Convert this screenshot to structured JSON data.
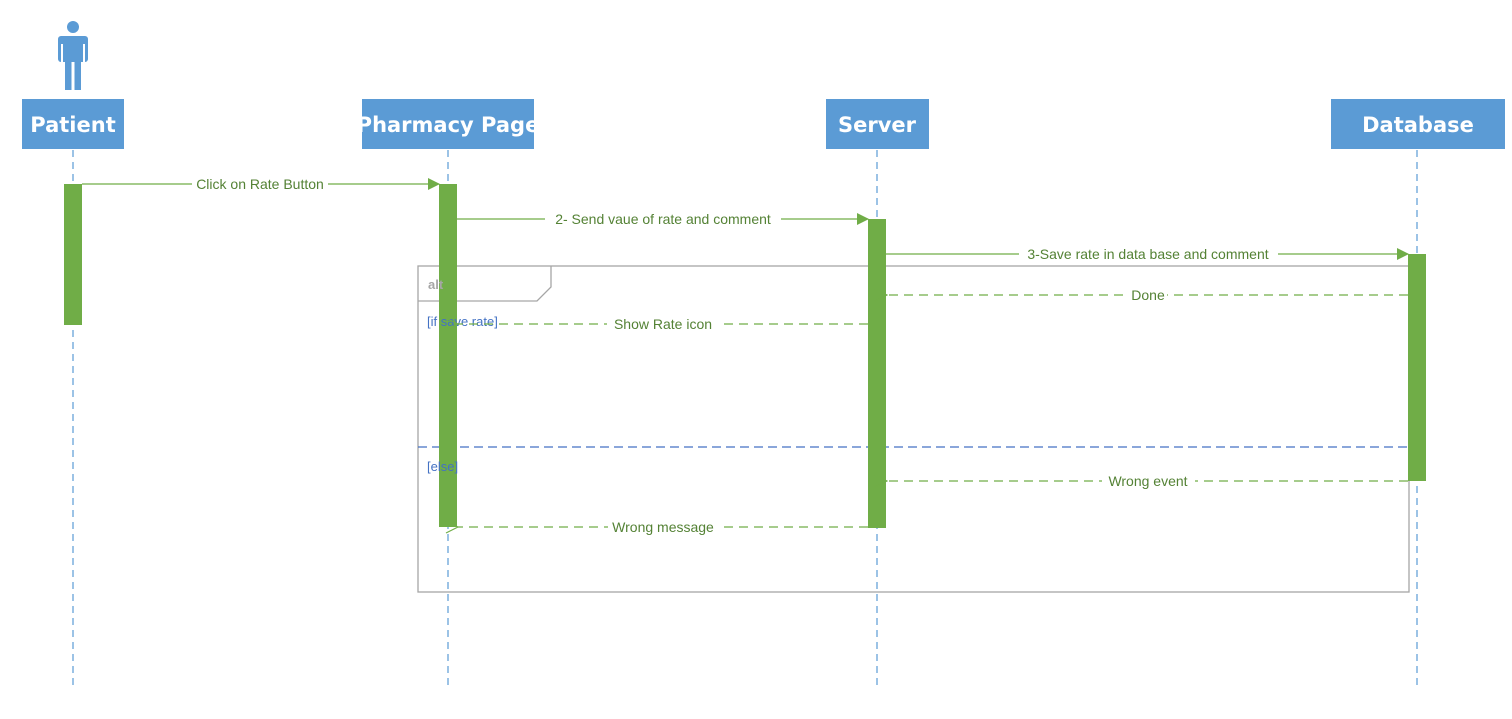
{
  "participants": {
    "patient": "Patient",
    "pharmacy": "Pharmacy Page",
    "server": "Server",
    "database": "Database"
  },
  "messages": {
    "m1": "Click on Rate Button",
    "m2": "2- Send vaue of rate and  comment",
    "m3": "3-Save rate in data base and comment",
    "done": "Done",
    "show_rate": "Show  Rate  icon",
    "wrong_event": "Wrong  event",
    "wrong_message": "Wrong message"
  },
  "fragment": {
    "operator": "alt",
    "guard1": "[if save rate]",
    "guard2": "[else]"
  },
  "colors": {
    "header": "#5b9bd5",
    "activation": "#70ad47",
    "message": "#548235",
    "frame": "#a6a6a6",
    "divider": "#4472c4"
  },
  "icons": {
    "actor": "person-icon"
  }
}
